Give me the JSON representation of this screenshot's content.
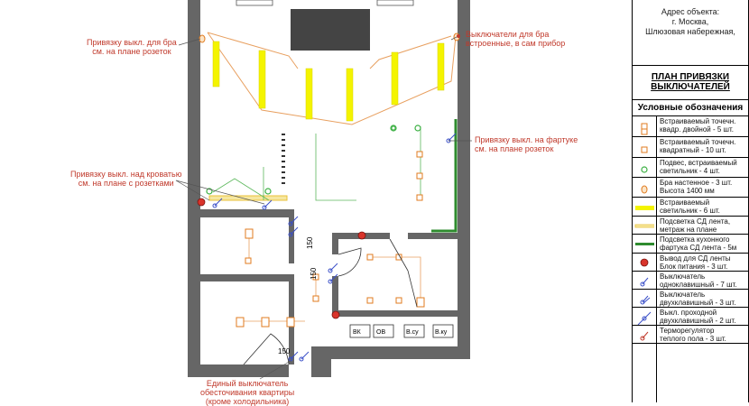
{
  "address": {
    "label": "Адрес объекта:",
    "city": "г. Москва,",
    "street": "Шлюзовая набережная,"
  },
  "plan_title": [
    "ПЛАН ПРИВЯЗКИ",
    "ВЫКЛЮЧАТЕЛЕЙ"
  ],
  "legend": {
    "title": "Условные обозначения",
    "items": [
      {
        "icon": "double-square-spot-icon",
        "lines": [
          "Встраиваемый точечн.",
          "квадр. двойной - 5 шт."
        ]
      },
      {
        "icon": "square-spot-icon",
        "lines": [
          "Встраиваемый точечн.",
          "квадратный - 10 шт."
        ]
      },
      {
        "icon": "pendant-light-icon",
        "lines": [
          "Подвес, встраиваемый",
          "светильник - 4 шт."
        ]
      },
      {
        "icon": "wall-sconce-icon",
        "lines": [
          "Бра настенное - 3 шт.",
          "Высота 1400 мм"
        ]
      },
      {
        "icon": "builtin-light-bar-icon",
        "lines": [
          "Встраиваемый",
          "светильник - 6 шт."
        ]
      },
      {
        "icon": "led-strip-icon",
        "lines": [
          "Подсветка СД лента,",
          "метраж на плане"
        ]
      },
      {
        "icon": "kitchen-led-strip-icon",
        "lines": [
          "Подсветка кухонного",
          "фартука СД лента - 5м"
        ]
      },
      {
        "icon": "led-power-output-icon",
        "lines": [
          "Вывод для СД ленты",
          "Блок питания - 3 шт."
        ]
      },
      {
        "icon": "single-switch-icon",
        "lines": [
          "Выключатель",
          "одноклавишный - 7 шт."
        ]
      },
      {
        "icon": "double-switch-icon",
        "lines": [
          "Выключатель",
          "двухклавишный - 3 шт."
        ]
      },
      {
        "icon": "passthrough-switch-icon",
        "lines": [
          "Выкл. проходной",
          "двухклавишный - 2 шт."
        ]
      },
      {
        "icon": "thermostat-icon",
        "lines": [
          "Терморегулятор",
          "теплого пола - 3 шт."
        ]
      }
    ]
  },
  "annotations": {
    "sconce_left": [
      "Привязку выкл. для бра",
      "см. на плане розеток"
    ],
    "sconce_right": [
      "Выключатели для бра",
      "встроенные, в сам прибор"
    ],
    "apron": [
      "Привязку выкл. на фартуке",
      "см. на плане розеток"
    ],
    "bed": [
      "Привязку выкл. над кроватью",
      "см. на плане с розетками"
    ],
    "master": [
      "Единый выключатель",
      "обесточивания квартиры",
      "(кроме холодильника)"
    ]
  },
  "dimensions": [
    "150",
    "150",
    "150"
  ],
  "appliances": [
    "ВК",
    "ОВ",
    "В.су",
    "В.ку"
  ],
  "colors": {
    "annotation": "#c0392b",
    "wall": "#666666",
    "led_strip": "#e8c23a",
    "kitchen_led": "#2e8b2e",
    "spot_orange": "#e07b1f",
    "builtin_yellow": "#f4f400",
    "switch_blue": "#3a4fc8"
  }
}
